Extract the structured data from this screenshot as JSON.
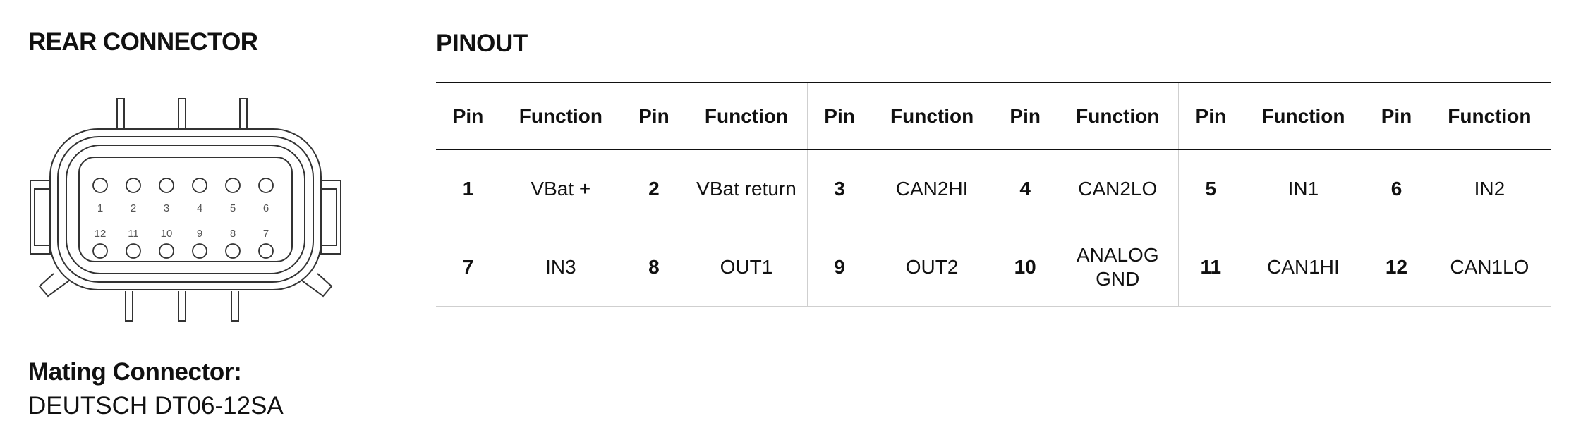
{
  "left": {
    "title": "REAR CONNECTOR",
    "pin_labels_top": [
      "1",
      "2",
      "3",
      "4",
      "5",
      "6"
    ],
    "pin_labels_bottom": [
      "12",
      "11",
      "10",
      "9",
      "8",
      "7"
    ],
    "mating_title": "Mating Connector:",
    "mating_value": "DEUTSCH DT06-12SA"
  },
  "pinout": {
    "title": "PINOUT",
    "header_pin": "Pin",
    "header_function": "Function",
    "rows": [
      [
        {
          "pin": "1",
          "function": "VBat +"
        },
        {
          "pin": "2",
          "function": "VBat return"
        },
        {
          "pin": "3",
          "function": "CAN2HI"
        },
        {
          "pin": "4",
          "function": "CAN2LO"
        },
        {
          "pin": "5",
          "function": "IN1"
        },
        {
          "pin": "6",
          "function": "IN2"
        }
      ],
      [
        {
          "pin": "7",
          "function": "IN3"
        },
        {
          "pin": "8",
          "function": "OUT1"
        },
        {
          "pin": "9",
          "function": "OUT2"
        },
        {
          "pin": "10",
          "function": "ANALOG GND"
        },
        {
          "pin": "11",
          "function": "CAN1HI"
        },
        {
          "pin": "12",
          "function": "CAN1LO"
        }
      ]
    ]
  }
}
